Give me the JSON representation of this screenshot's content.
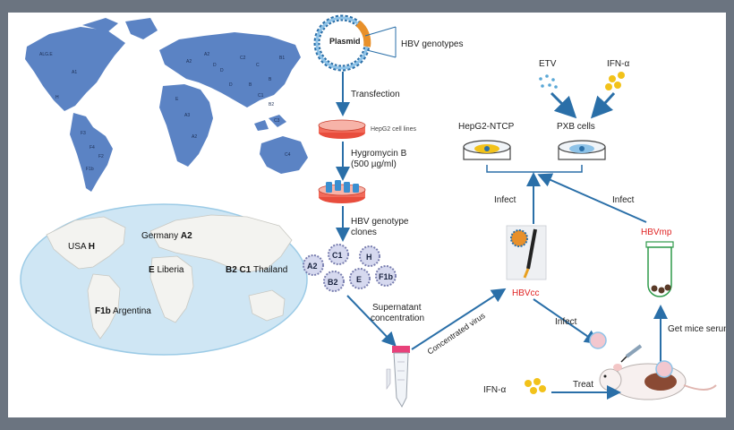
{
  "top_map": {
    "genotype_codes": [
      "A1",
      "A2",
      "A3",
      "A2",
      "D",
      "C",
      "B",
      "C2",
      "B",
      "C1",
      "H",
      "F3",
      "F4",
      "F1b",
      "F2",
      "E",
      "A2",
      "D",
      "D",
      "B2",
      "B1",
      "C3",
      "C4",
      "ALG.E"
    ]
  },
  "world_map": {
    "labels": {
      "usa": "USA",
      "usa_gen": "H",
      "germany": "Germany",
      "germany_gen": "A2",
      "liberia": "Liberia",
      "liberia_gen": "E",
      "thailand": "Thailand",
      "thailand_gen": "B2 C1",
      "argentina": "Argentina",
      "argentina_gen": "F1b"
    }
  },
  "workflow": {
    "plasmid": "Plasmid",
    "hbv_genotypes": "HBV genotypes",
    "transfection": "Transfection",
    "hepg2_lines": "HepG2 cell lines",
    "hygromycin_1": "Hygromycin B",
    "hygromycin_2": "(500 µg/ml)",
    "clones_1": "HBV genotype",
    "clones_2": "clones",
    "clone_circles": [
      "A2",
      "C1",
      "H",
      "B2",
      "E",
      "F1b"
    ],
    "supernatant_1": "Supernatant",
    "supernatant_2": "concentration",
    "concentrated_virus": "Concentrated virus",
    "etv": "ETV",
    "ifn_top": "IFN-α",
    "hepg2_ntcp": "HepG2-NTCP",
    "pxb": "PXB cells",
    "infect_left": "Infect",
    "infect_right": "Infect",
    "infect_bottom": "Infect",
    "hbvcc": "HBVcc",
    "hbvmp": "HBVmp",
    "get_serum": "Get mice serum",
    "ifn_bottom": "IFN-α",
    "treat": "Treat"
  },
  "colors": {
    "map_blue": "#5b83c4",
    "ocean": "#cfe6f4",
    "land": "#f3f3f0",
    "accent_red": "#e02424",
    "arrow_blue": "#2a6fa8",
    "yellow": "#f2c21a"
  }
}
